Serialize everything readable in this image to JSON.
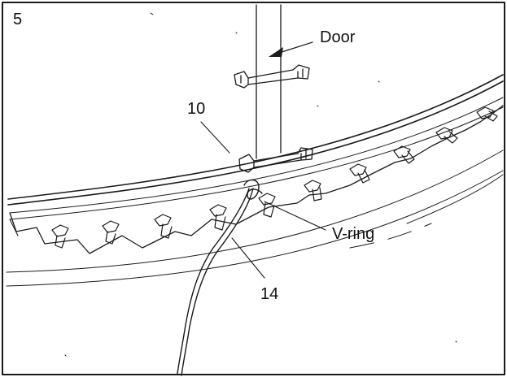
{
  "step": {
    "number": "5"
  },
  "labels": {
    "door": "Door",
    "part_10": "10",
    "v_ring": "V-ring",
    "part_14": "14"
  },
  "colors": {
    "line": "#1a1a1a",
    "background": "#ffffff"
  }
}
